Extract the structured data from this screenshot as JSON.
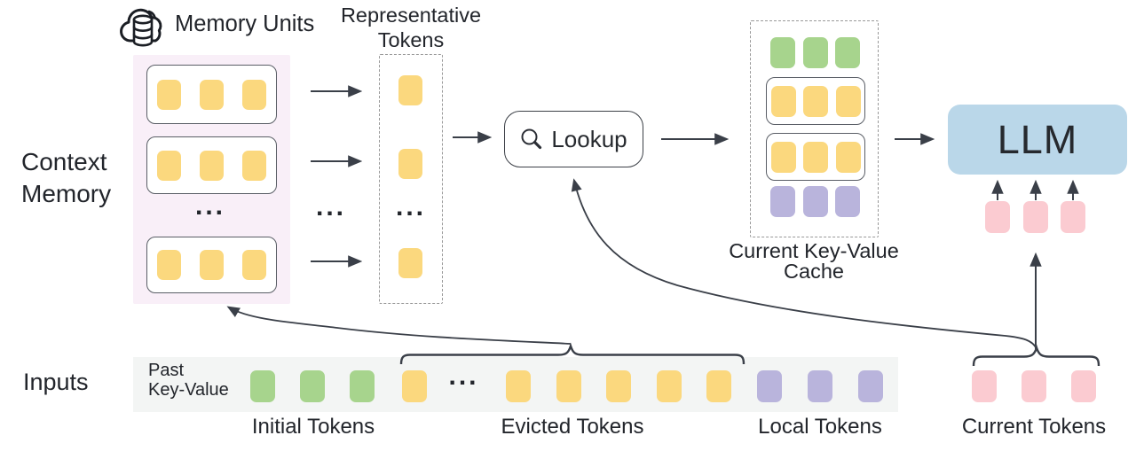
{
  "labels": {
    "memory_units": "Memory Units",
    "context_memory_line1": "Context",
    "context_memory_line2": "Memory",
    "representative_line1": "Representative",
    "representative_line2": "Tokens",
    "lookup": "Lookup",
    "cache_line1": "Current Key-Value",
    "cache_line2": "Cache",
    "llm": "LLM",
    "inputs": "Inputs",
    "past_kv_line1": "Past",
    "past_kv_line2": "Key-Value",
    "initial_tokens": "Initial Tokens",
    "evicted_tokens": "Evicted Tokens",
    "local_tokens": "Local Tokens",
    "current_tokens": "Current Tokens",
    "ellipsis": "..."
  },
  "icons": {
    "memory_units_icon": "cloud-database-icon",
    "lookup_icon": "search-icon"
  },
  "colors": {
    "yellow_token": "#FBD87E",
    "green_token": "#A7D48D",
    "purple_token": "#B9B4DC",
    "pink_token": "#FBCBD1",
    "llm_fill": "#BAD7E9",
    "memory_bg": "#F9EFF8",
    "strip_bg": "#F3F5F4",
    "line": "#3A3F48",
    "text": "#22252B",
    "dash": "#999999",
    "row_border": "#5A5E66"
  },
  "memory": {
    "rows": [
      {
        "color": "yellow",
        "count": 3
      },
      {
        "color": "yellow",
        "count": 3
      },
      {
        "color": "yellow",
        "count": 3
      }
    ],
    "has_ellipsis_between_last_rows": true
  },
  "representative": {
    "tokens": [
      {
        "color": "yellow",
        "count": 1
      },
      {
        "color": "yellow",
        "count": 1
      },
      {
        "color": "yellow",
        "count": 1
      }
    ],
    "has_ellipsis": true
  },
  "cache": {
    "rows": [
      {
        "color": "green",
        "count": 3,
        "boxed": false
      },
      {
        "color": "yellow",
        "count": 3,
        "boxed": true
      },
      {
        "color": "yellow",
        "count": 3,
        "boxed": true
      },
      {
        "color": "purple",
        "count": 3,
        "boxed": false
      }
    ]
  },
  "llm_input_tokens": {
    "color": "pink",
    "count": 3
  },
  "input_strip": {
    "initial": {
      "color": "green",
      "count": 3
    },
    "evicted_head": {
      "color": "yellow",
      "count": 1
    },
    "evicted_tail": {
      "color": "yellow",
      "count": 5
    },
    "local": {
      "color": "purple",
      "count": 3
    },
    "current": {
      "color": "pink",
      "count": 3
    }
  }
}
